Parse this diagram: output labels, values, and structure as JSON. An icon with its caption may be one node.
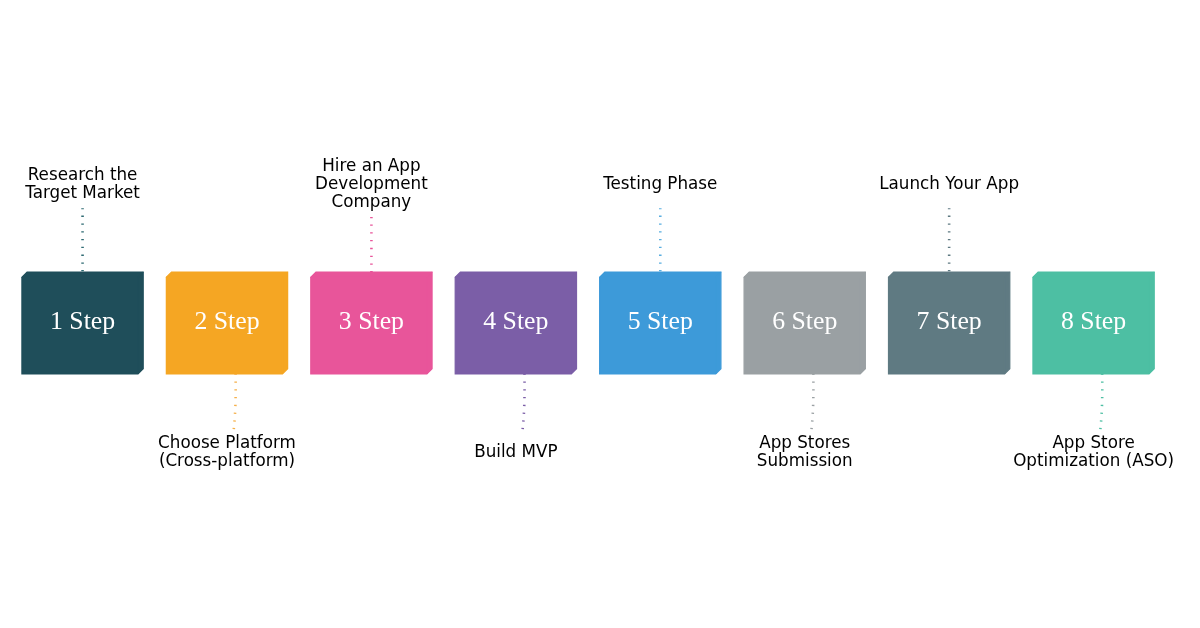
{
  "diagram": {
    "nodes": [
      {
        "text": [
          "1 Step"
        ]
      },
      {
        "text": [
          "2 Step"
        ]
      },
      {
        "text": [
          "3 Step"
        ]
      },
      {
        "text": [
          "4 Step"
        ]
      },
      {
        "text": [
          "5 Step"
        ]
      },
      {
        "text": [
          "6 Step"
        ]
      },
      {
        "text": [
          "7 Step"
        ]
      },
      {
        "text": [
          "8 Step"
        ]
      },
      {
        "text": [
          "Research the Target Market"
        ]
      },
      {
        "text": [
          "Choose Platform (Cross-platform)"
        ]
      },
      {
        "text": [
          "Hire an App Development Company"
        ]
      },
      {
        "text": [
          "Build MVP"
        ]
      },
      {
        "text": [
          "Testing Phase"
        ]
      },
      {
        "text": [
          "App Stores Submission"
        ]
      },
      {
        "text": [
          "Launch Your App"
        ]
      },
      {
        "text": [
          "App Store Optimization (ASO)"
        ]
      }
    ],
    "edges": [
      {
        "from": 8,
        "to": 0,
        "arrow": "none",
        "style": "dashed",
        "color": "#2f6b73"
      },
      {
        "from": 9,
        "to": 1,
        "arrow": "none",
        "style": "dashed",
        "color": "#f5b04a"
      },
      {
        "from": 10,
        "to": 2,
        "arrow": "none",
        "style": "dashed",
        "color": "#e8559a"
      },
      {
        "from": 11,
        "to": 3,
        "arrow": "none",
        "style": "dashed",
        "color": "#7b5ea7"
      },
      {
        "from": 12,
        "to": 4,
        "arrow": "none",
        "style": "dashed",
        "color": "#5aaee0"
      },
      {
        "from": 13,
        "to": 5,
        "arrow": "none",
        "style": "dashed",
        "color": "#9aa0a3"
      },
      {
        "from": 14,
        "to": 6,
        "arrow": "none",
        "style": "dashed",
        "color": "#5f7a82"
      },
      {
        "from": 15,
        "to": 7,
        "arrow": "none",
        "style": "dashed",
        "color": "#4dbfa3"
      }
    ]
  }
}
